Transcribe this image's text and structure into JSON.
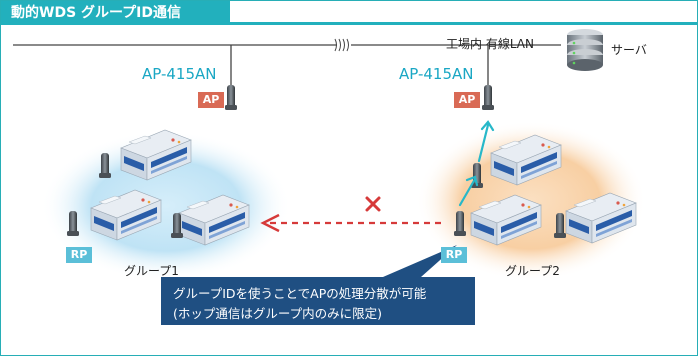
{
  "title": "動的WDS グループID通信",
  "network": {
    "lan_label": "工場内 有線LAN",
    "server_label": "サーバ"
  },
  "access_points": [
    {
      "model": "AP-415AN",
      "badge": "AP"
    },
    {
      "model": "AP-415AN",
      "badge": "AP"
    }
  ],
  "repeaters": [
    {
      "badge": "RP"
    },
    {
      "badge": "RP"
    }
  ],
  "groups": [
    {
      "label": "グループ1"
    },
    {
      "label": "グループ2"
    }
  ],
  "callout": {
    "line1": "グループIDを使うことでAPの処理分散が可能",
    "line2": "(ホップ通信はグループ内のみに限定)"
  },
  "colors": {
    "accent": "#22b0bd",
    "ap_badge": "#d96a55",
    "rp_badge": "#5bbfd8",
    "group1_zone": "#bfe3f5",
    "group2_zone": "#f8cfa3",
    "blocked_link": "#d63a3a",
    "hop_arrow": "#27b8c9",
    "callout_bg": "#1f4f82"
  },
  "icons": {
    "blocked": "x-mark-icon",
    "hop": "arrow-icon",
    "server": "database-server-icon",
    "antenna": "antenna-icon",
    "machine": "factory-machine-icon"
  }
}
